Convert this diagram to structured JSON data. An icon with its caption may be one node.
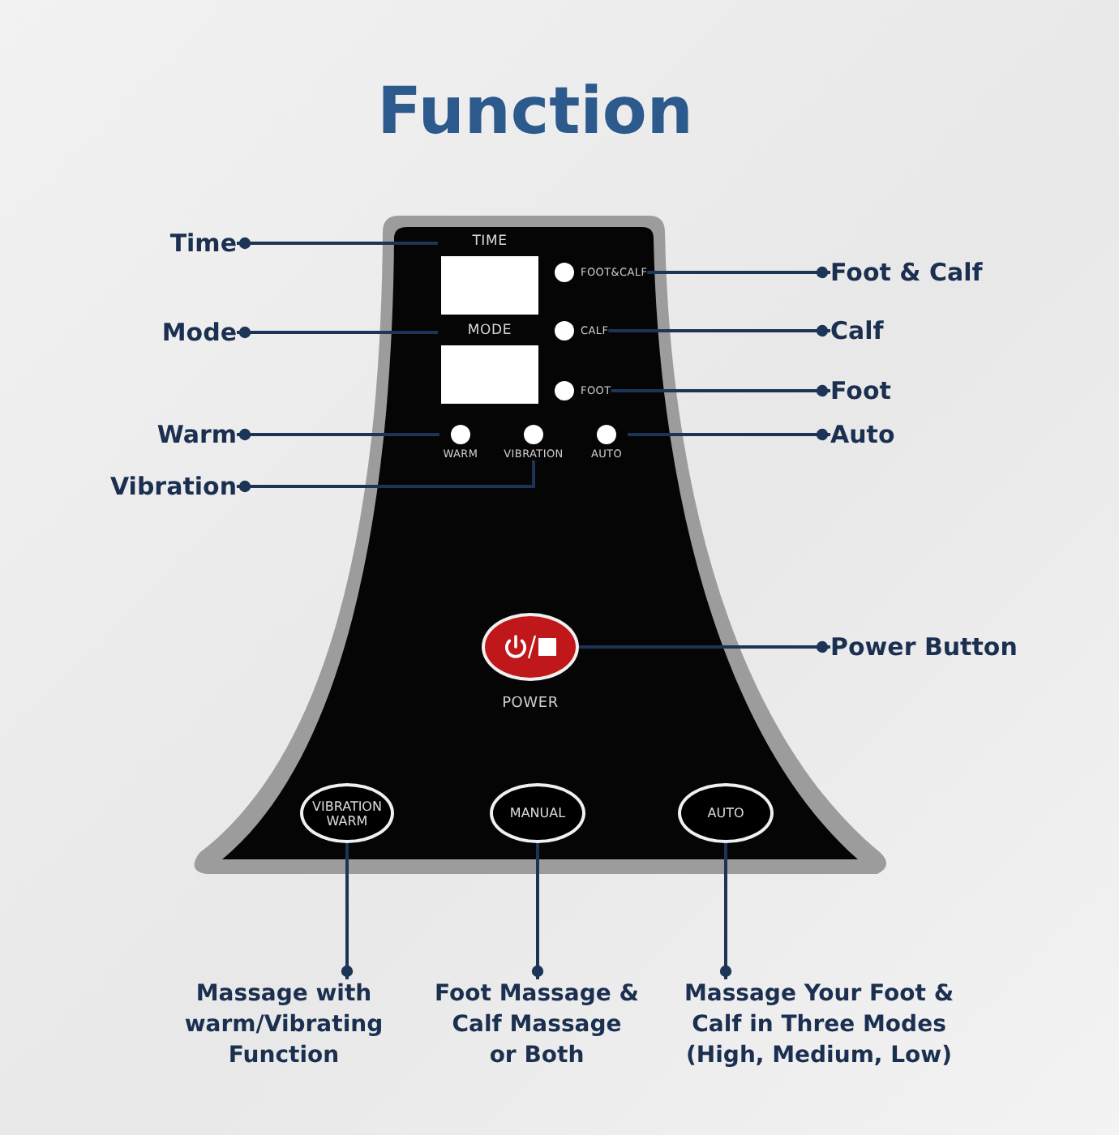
{
  "diagram": {
    "title": "Function",
    "nodes": [
      {
        "text": [
          "Time"
        ]
      },
      {
        "text": [
          "Mode"
        ]
      },
      {
        "text": [
          "Warm"
        ]
      },
      {
        "text": [
          "Vibration"
        ]
      },
      {
        "text": [],
        "shape": "panel"
      },
      {
        "text": [
          "TIME"
        ],
        "in": 4
      },
      {
        "text": [],
        "shape": "circle",
        "beside": [
          "FOOT&CALF"
        ],
        "in": 4
      },
      {
        "text": [],
        "shape": "circle",
        "beside": [
          "CALF"
        ],
        "in": 4
      },
      {
        "text": [
          "MODE"
        ],
        "in": 4
      },
      {
        "text": [],
        "shape": "circle",
        "beside": [
          "FOOT"
        ],
        "in": 4
      },
      {
        "text": [],
        "shape": "circle",
        "beside": [
          "WARM"
        ],
        "in": 4
      },
      {
        "text": [],
        "shape": "circle",
        "beside": [
          "VIBRATION"
        ],
        "in": 4
      },
      {
        "text": [],
        "shape": "circle",
        "beside": [
          "AUTO"
        ],
        "in": 4
      },
      {
        "text": [],
        "shape": "ellipse",
        "beside": [
          "POWER"
        ],
        "in": 4
      },
      {
        "text": [
          "VIBRATION WARM"
        ],
        "in": 4
      },
      {
        "text": [
          "MANUAL"
        ],
        "in": 4
      },
      {
        "text": [
          "AUTO"
        ],
        "in": 4
      },
      {
        "text": [
          "Foot & Calf"
        ]
      },
      {
        "text": [
          "Calf"
        ]
      },
      {
        "text": [
          "Foot"
        ]
      },
      {
        "text": [
          "Auto"
        ]
      },
      {
        "text": [
          "Power Button"
        ]
      },
      {
        "text": [
          "Massage with warm/Vibrating Function"
        ]
      },
      {
        "text": [
          "Foot Massage & Calf Massage or Both"
        ]
      },
      {
        "text": [
          "Massage Your Foot & Calf in Three Modes (High, Medium, Low)"
        ]
      }
    ],
    "edges": [
      {
        "from": 0,
        "to": 5,
        "arrow": "other"
      },
      {
        "from": 1,
        "to": 8,
        "arrow": "other"
      },
      {
        "from": 2,
        "to": 10,
        "arrow": "other"
      },
      {
        "from": 3,
        "to": 11,
        "arrow": "other"
      },
      {
        "from": 17,
        "to": 6,
        "arrow": "other"
      },
      {
        "from": 18,
        "to": 7,
        "arrow": "other"
      },
      {
        "from": 19,
        "to": 9,
        "arrow": "other"
      },
      {
        "from": 20,
        "to": 12,
        "arrow": "other"
      },
      {
        "from": 21,
        "to": 13,
        "arrow": "other"
      },
      {
        "from": 22,
        "to": 14,
        "arrow": "other"
      },
      {
        "from": 23,
        "to": 15,
        "arrow": "other"
      },
      {
        "from": 24,
        "to": 16,
        "arrow": "other"
      }
    ]
  }
}
